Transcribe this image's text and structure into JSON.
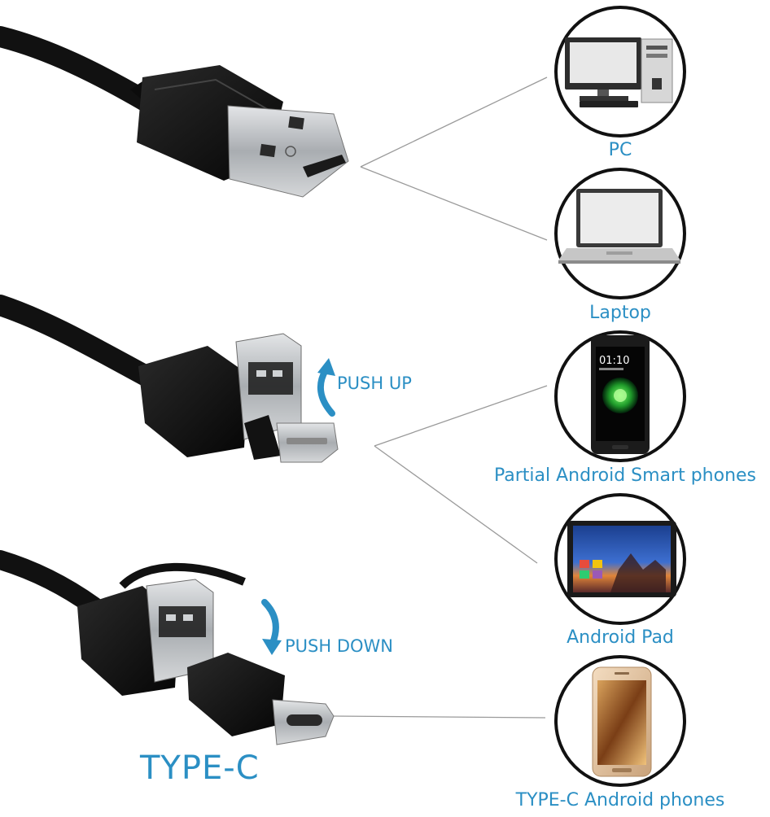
{
  "colors": {
    "accent": "#2b8fc4",
    "cable": "#141414",
    "metal": "#b9bcbf",
    "circle": "#111111"
  },
  "devices": [
    {
      "id": "pc",
      "label": "PC",
      "icon": "desktop-pc-icon"
    },
    {
      "id": "laptop",
      "label": "Laptop",
      "icon": "laptop-icon"
    },
    {
      "id": "phone",
      "label": "Partial Android Smart phones",
      "icon": "android-phone-icon",
      "screen_time": "01:10"
    },
    {
      "id": "pad",
      "label": "Android Pad",
      "icon": "tablet-icon"
    },
    {
      "id": "typec_phone",
      "label": "TYPE-C Android phones",
      "icon": "typec-phone-icon"
    }
  ],
  "connectors": {
    "push_up": "PUSH UP",
    "push_down": "PUSH DOWN",
    "type_c": "TYPE-C"
  }
}
